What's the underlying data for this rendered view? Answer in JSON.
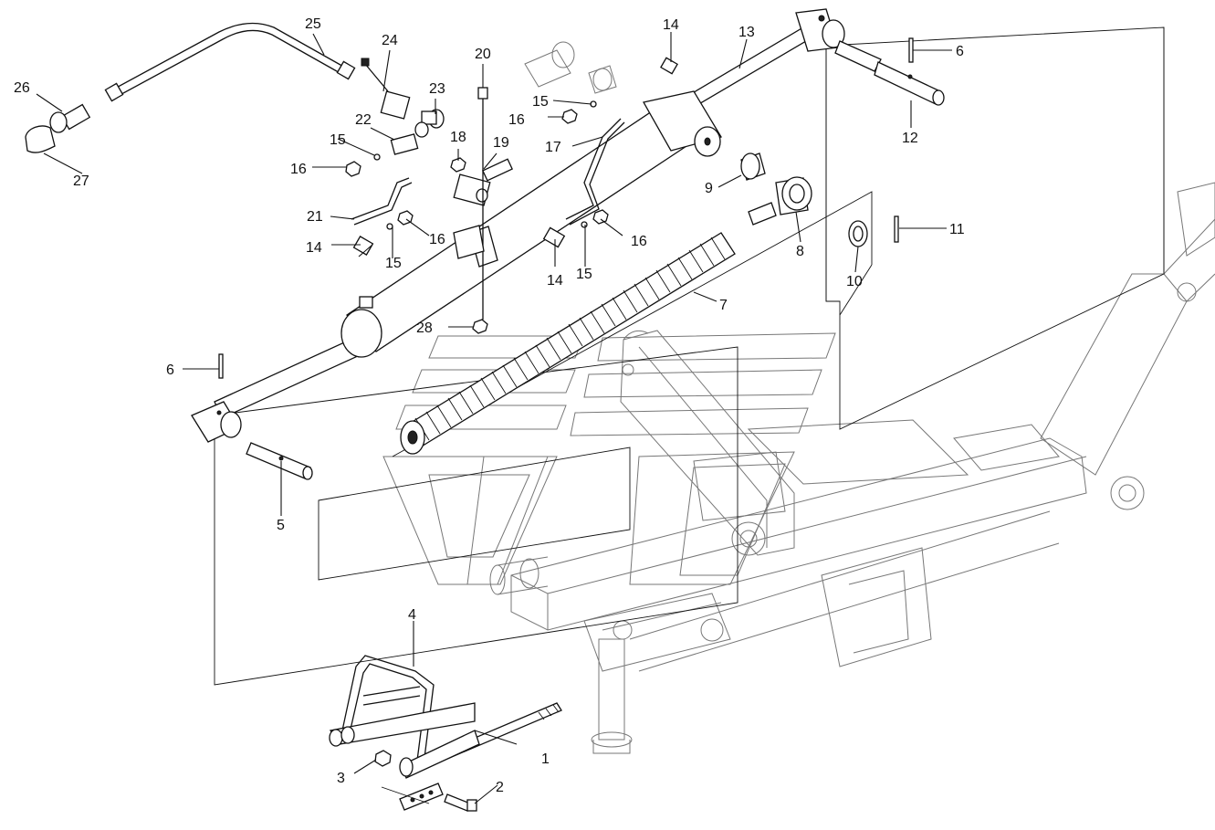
{
  "callouts": [
    {
      "id": "c1",
      "text": "1"
    },
    {
      "id": "c2",
      "text": "2"
    },
    {
      "id": "c3",
      "text": "3"
    },
    {
      "id": "c4",
      "text": "4"
    },
    {
      "id": "c5",
      "text": "5"
    },
    {
      "id": "c6a",
      "text": "6"
    },
    {
      "id": "c6b",
      "text": "6"
    },
    {
      "id": "c7",
      "text": "7"
    },
    {
      "id": "c8",
      "text": "8"
    },
    {
      "id": "c9",
      "text": "9"
    },
    {
      "id": "c10",
      "text": "10"
    },
    {
      "id": "c11",
      "text": "11"
    },
    {
      "id": "c12",
      "text": "12"
    },
    {
      "id": "c13",
      "text": "13"
    },
    {
      "id": "c14a",
      "text": "14"
    },
    {
      "id": "c14b",
      "text": "14"
    },
    {
      "id": "c14c",
      "text": "14"
    },
    {
      "id": "c15a",
      "text": "15"
    },
    {
      "id": "c15b",
      "text": "15"
    },
    {
      "id": "c15c",
      "text": "15"
    },
    {
      "id": "c15d",
      "text": "15"
    },
    {
      "id": "c16a",
      "text": "16"
    },
    {
      "id": "c16b",
      "text": "16"
    },
    {
      "id": "c16c",
      "text": "16"
    },
    {
      "id": "c16d",
      "text": "16"
    },
    {
      "id": "c17",
      "text": "17"
    },
    {
      "id": "c18",
      "text": "18"
    },
    {
      "id": "c19",
      "text": "19"
    },
    {
      "id": "c20",
      "text": "20"
    },
    {
      "id": "c21",
      "text": "21"
    },
    {
      "id": "c22",
      "text": "22"
    },
    {
      "id": "c23",
      "text": "23"
    },
    {
      "id": "c24",
      "text": "24"
    },
    {
      "id": "c25",
      "text": "25"
    },
    {
      "id": "c26",
      "text": "26"
    },
    {
      "id": "c27",
      "text": "27"
    },
    {
      "id": "c28",
      "text": "28"
    }
  ]
}
